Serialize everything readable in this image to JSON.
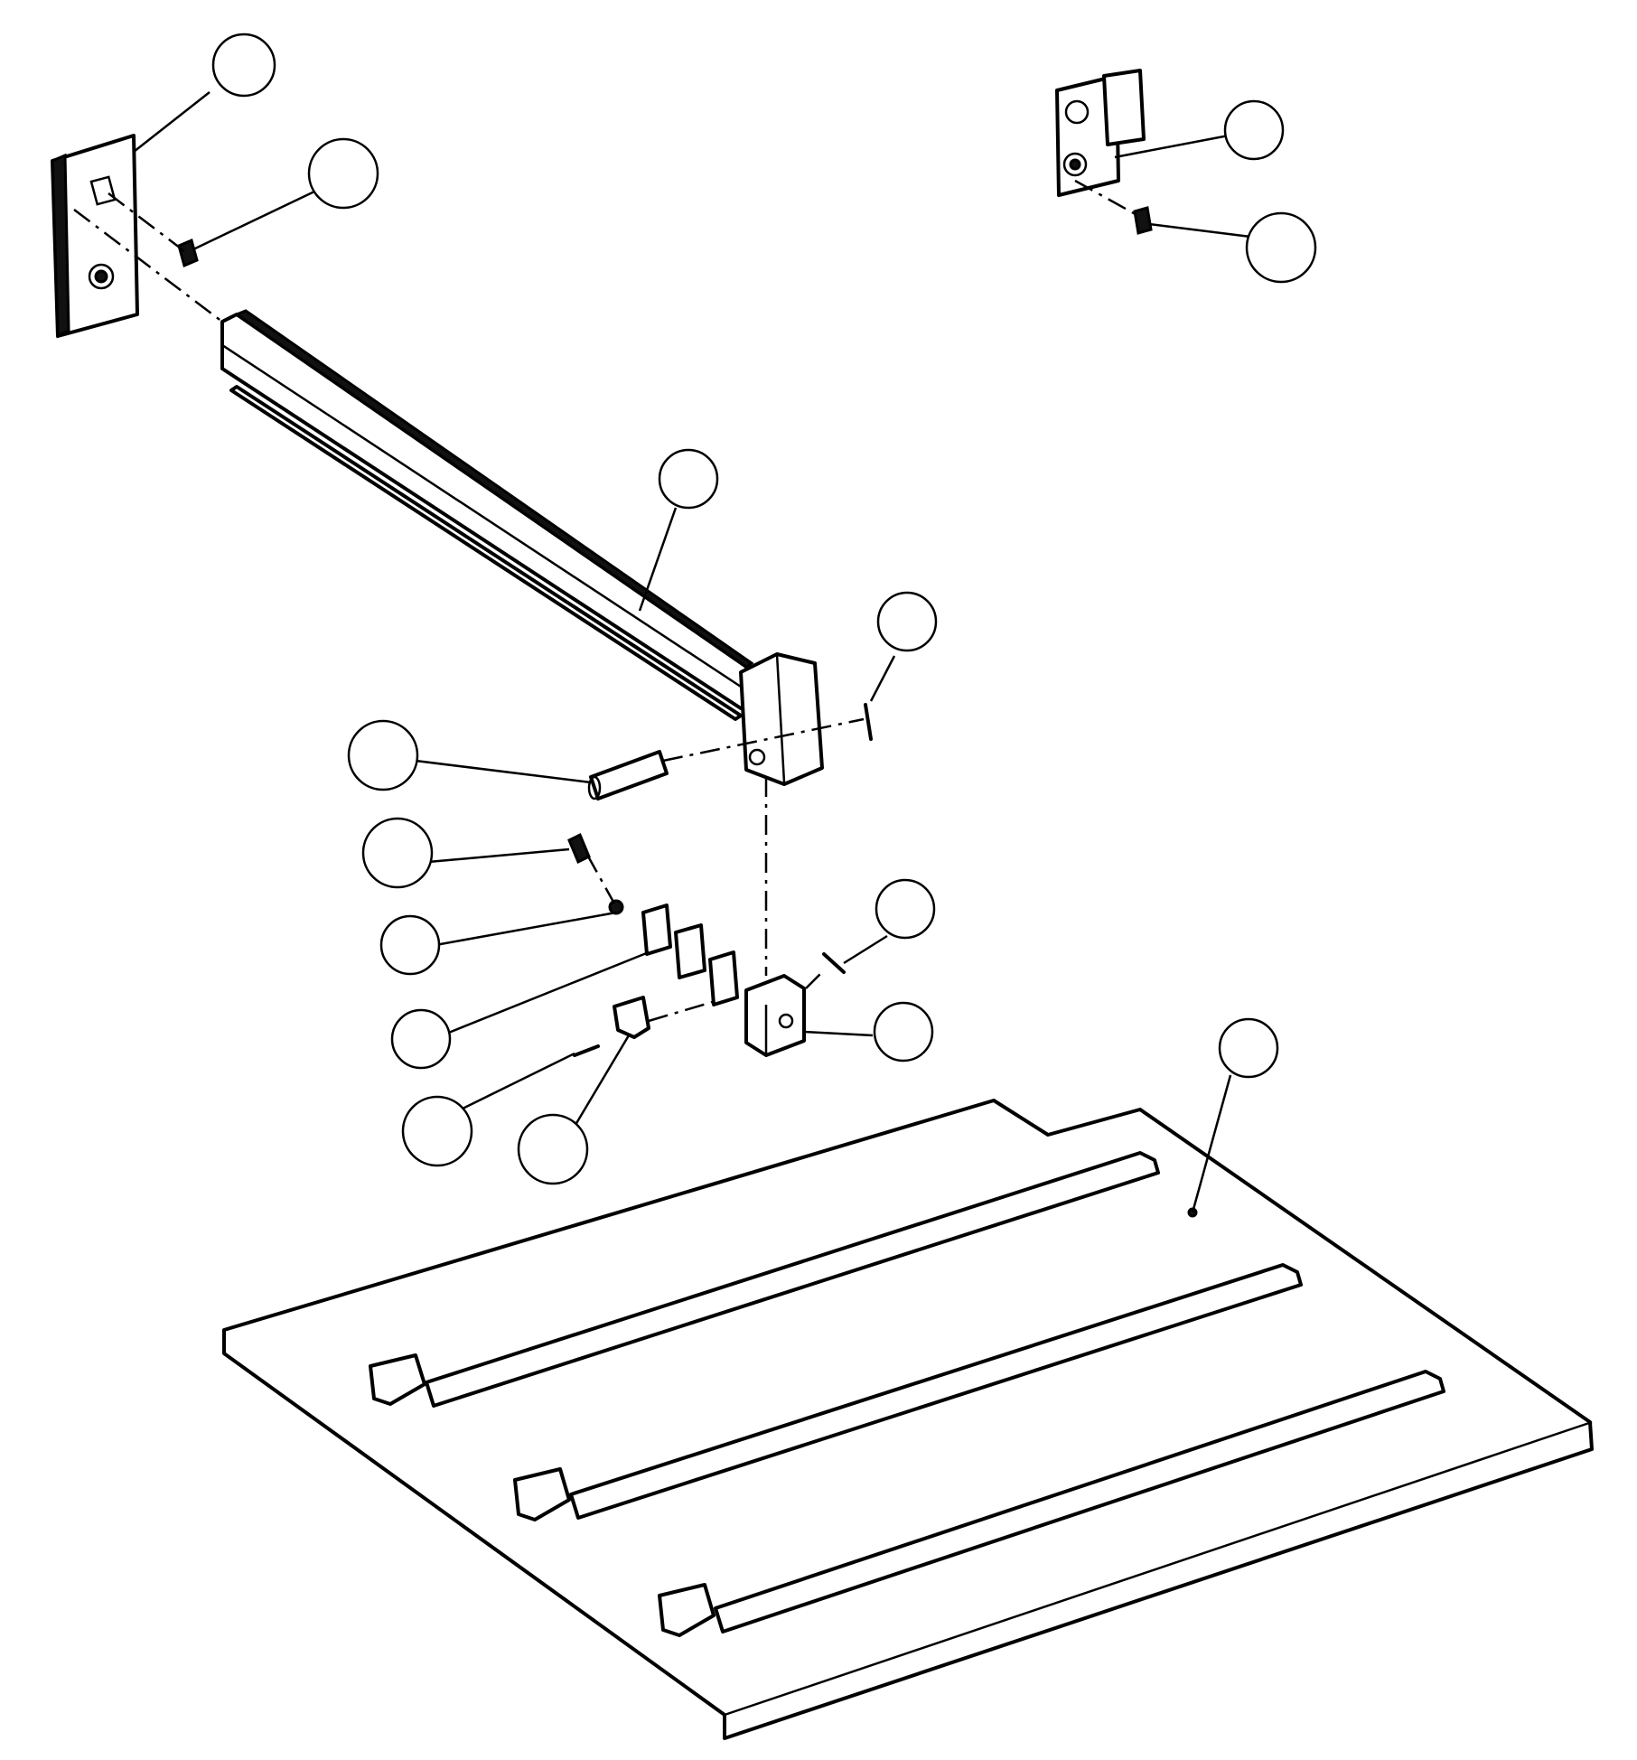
{
  "diagram": {
    "kind": "exploded parts diagram",
    "line_color": "#000000",
    "background_color": "#ffffff"
  },
  "callouts": [
    {
      "id": "c1",
      "label": ""
    },
    {
      "id": "c2",
      "label": ""
    },
    {
      "id": "c3",
      "label": ""
    },
    {
      "id": "c4",
      "label": ""
    },
    {
      "id": "c5",
      "label": ""
    },
    {
      "id": "c6",
      "label": ""
    },
    {
      "id": "c7",
      "label": ""
    },
    {
      "id": "c8",
      "label": ""
    },
    {
      "id": "c9",
      "label": ""
    },
    {
      "id": "c10",
      "label": ""
    },
    {
      "id": "c11",
      "label": ""
    },
    {
      "id": "c12",
      "label": ""
    },
    {
      "id": "c13",
      "label": ""
    },
    {
      "id": "c14",
      "label": ""
    },
    {
      "id": "c15",
      "label": ""
    },
    {
      "id": "c16",
      "label": ""
    }
  ]
}
